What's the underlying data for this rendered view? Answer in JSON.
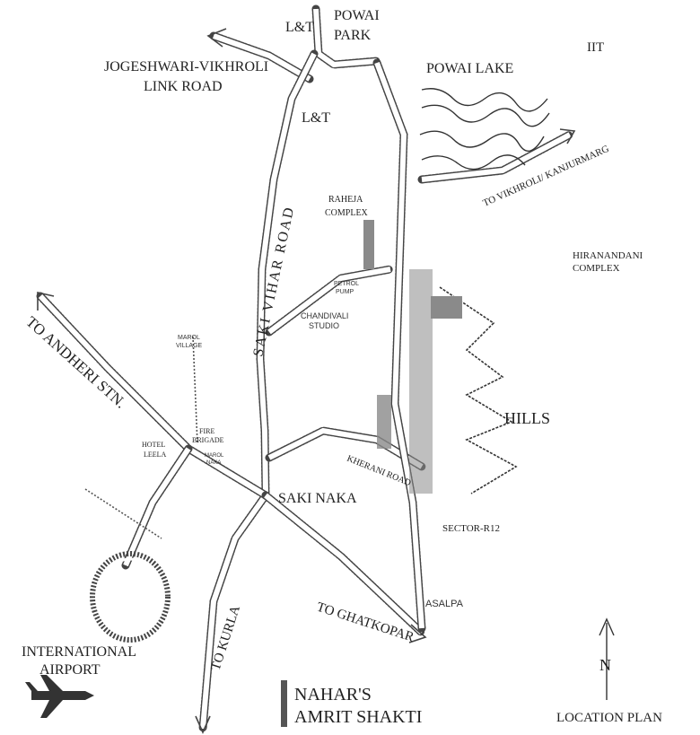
{
  "labels": {
    "lt_top": "L&T",
    "powai_park_1": "POWAI",
    "powai_park_2": "PARK",
    "iit": "IIT",
    "jvlr_1": "JOGESHWARI-VIKHROLI",
    "jvlr_2": "LINK ROAD",
    "powai_lake": "POWAI LAKE",
    "lt_mid": "L&T",
    "to_vikhroli": "TO VIKHROLI/ KANJURMARG",
    "raheja_1": "RAHEJA",
    "raheja_2": "COMPLEX",
    "saki_vihar_road": "SAKI VIHAR ROAD",
    "hiranandani_1": "HIRANANDANI",
    "hiranandani_2": "COMPLEX",
    "petrol_1": "PETROL",
    "petrol_2": "PUMP",
    "chandivali_1": "CHANDIVALI",
    "chandivali_2": "STUDIO",
    "marol_village_1": "MAROL",
    "marol_village_2": "VILLAGE",
    "to_andheri": "TO ANDHERI STN.",
    "hills": "HILLS",
    "fire_1": "FIRE",
    "fire_2": "BRIGADE",
    "hotel_1": "HOTEL",
    "hotel_2": "LEELA",
    "marol_naka_1": "MAROL",
    "marol_naka_2": "NAKA",
    "saki_naka": "SAKI NAKA",
    "kherani_road": "KHERANI ROAD",
    "sector": "SECTOR-R12",
    "asalpa": "ASALPA",
    "to_ghatkopar": "TO GHATKOPAR",
    "to_kurla": "TO KURLA",
    "intl_1": "INTERNATIONAL",
    "intl_2": "AIRPORT",
    "north": "N",
    "title_1": "NAHAR'S",
    "title_2": "AMRIT SHAKTI",
    "location_plan": "LOCATION PLAN"
  }
}
